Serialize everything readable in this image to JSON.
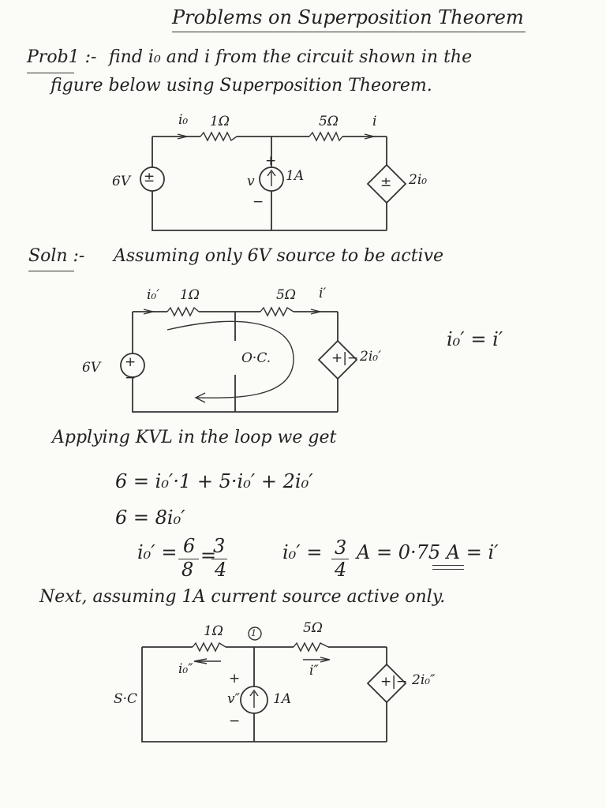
{
  "title": "Problems on Superposition Theorem",
  "problem": {
    "prefix": "Prob1 :-",
    "line1": "find i₀ and i from the circuit shown in the",
    "line2": "figure below using Superposition Theorem."
  },
  "circuit1": {
    "io": "i₀",
    "r1": "1Ω",
    "r2": "5Ω",
    "i": "i",
    "vsrc": "6V",
    "isrc_label": "1A",
    "v": "v",
    "plus": "+",
    "minus": "−",
    "dep": "2i₀"
  },
  "solution": {
    "prefix": "Soln :-",
    "text": "Assuming only 6V source to be active"
  },
  "circuit2": {
    "io": "i₀′",
    "r1": "1Ω",
    "r2": "5Ω",
    "i": "i′",
    "vsrc": "6V",
    "oc": "O·C.",
    "dep": "2i₀′",
    "relation": "i₀′ = i′"
  },
  "kvl": {
    "heading": "Applying KVL in the loop we get",
    "eq1": "6 =   i₀′·1 + 5·i₀′ + 2i₀′",
    "eq2": "6 =   8i₀′",
    "eq3_lhs": "i₀′ =",
    "eq3_num": "6",
    "eq3_den": "8",
    "eq3_eq": "=",
    "eq3_num2": "3",
    "eq3_den2": "4",
    "eq4_lhs": "i₀′ =",
    "eq4_num": "3",
    "eq4_den": "4",
    "eq4_rhs": "A   =  0·75 A = i′"
  },
  "next": {
    "text": "Next, assuming 1A current source active only."
  },
  "circuit3": {
    "r1": "1Ω",
    "node": "1",
    "r2": "5Ω",
    "io": "i₀″",
    "i": "i″",
    "sc": "S·C",
    "v": "v″",
    "isrc_label": "1A",
    "plus": "+",
    "minus": "−",
    "dep": "2i₀″"
  }
}
